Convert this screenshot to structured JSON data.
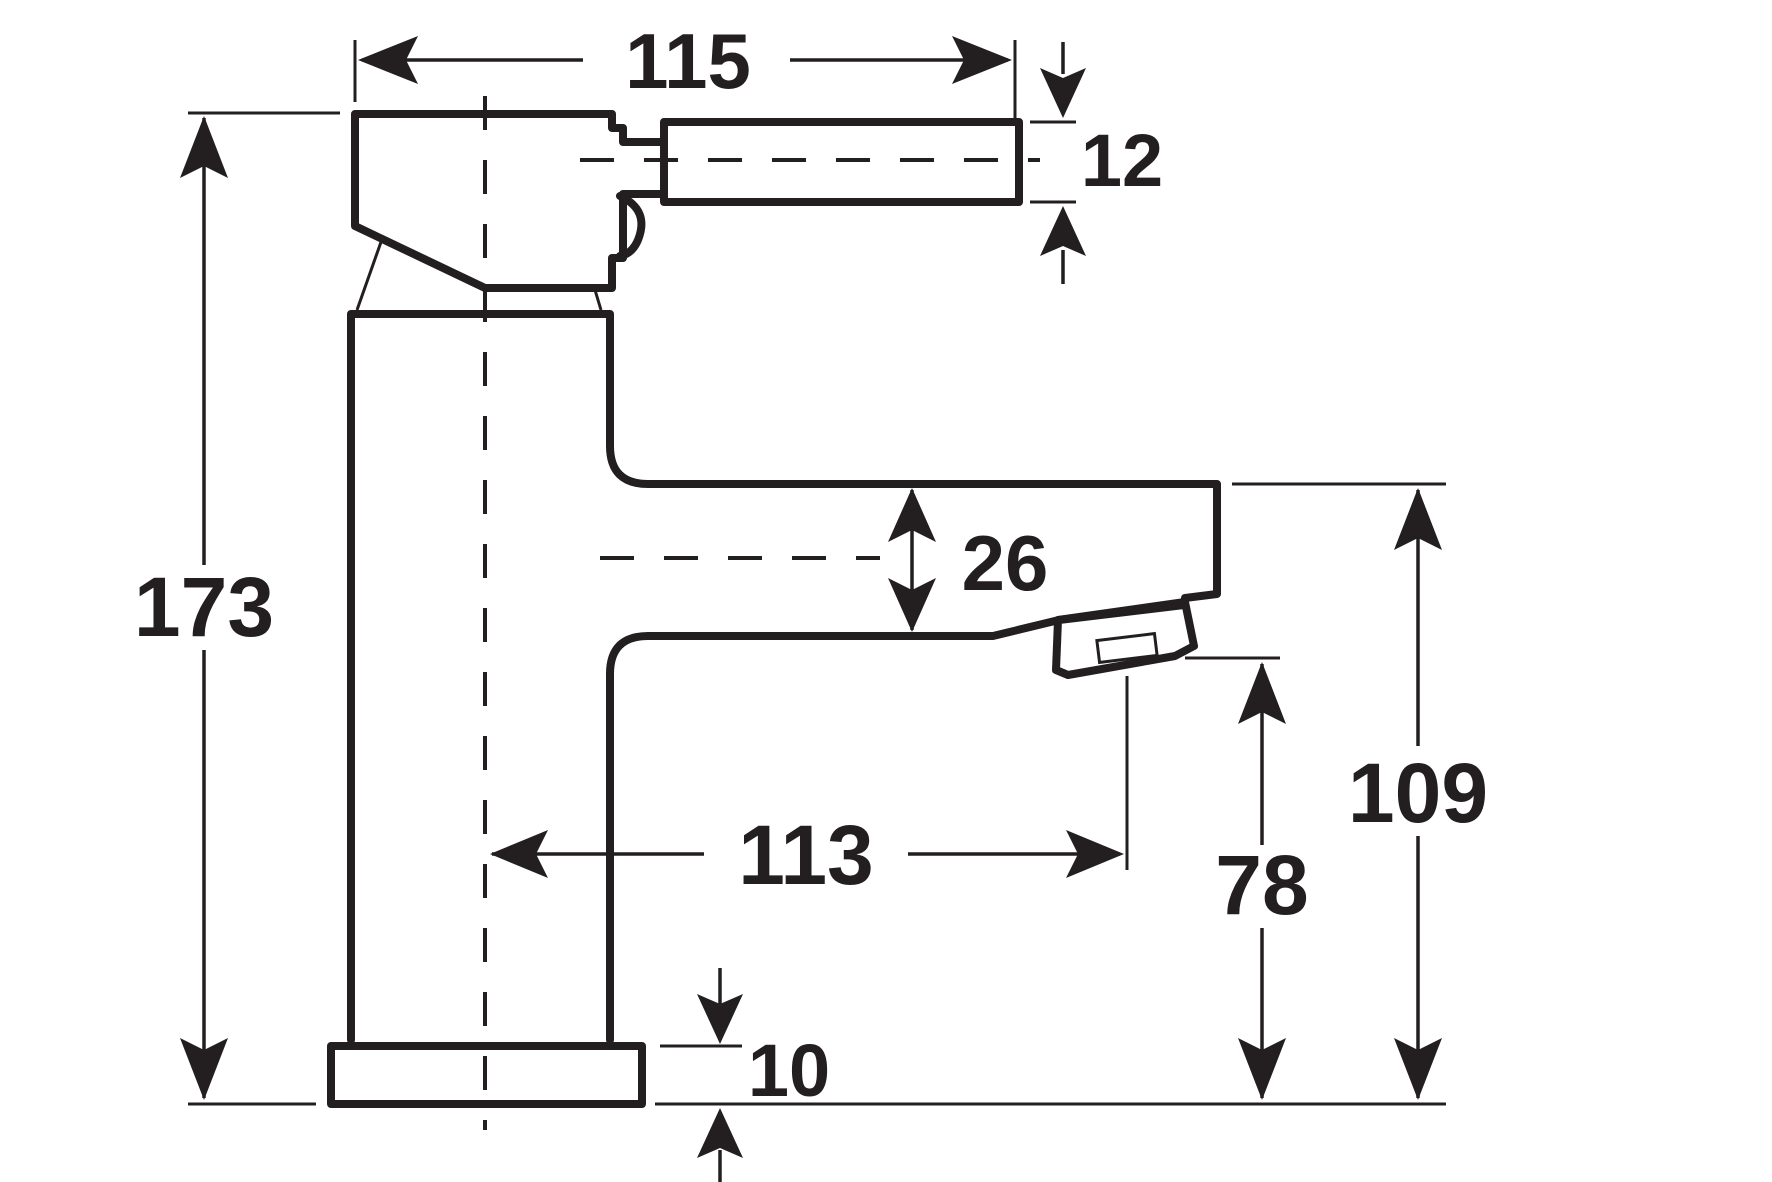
{
  "dimensions": {
    "top_width": "115",
    "lever_thickness": "12",
    "overall_height": "173",
    "spout_thickness": "26",
    "outlet_height": "109",
    "projection": "113",
    "aerator_height": "78",
    "base_thickness": "10"
  },
  "colors": {
    "ink": "#231f20",
    "background": "#ffffff"
  }
}
